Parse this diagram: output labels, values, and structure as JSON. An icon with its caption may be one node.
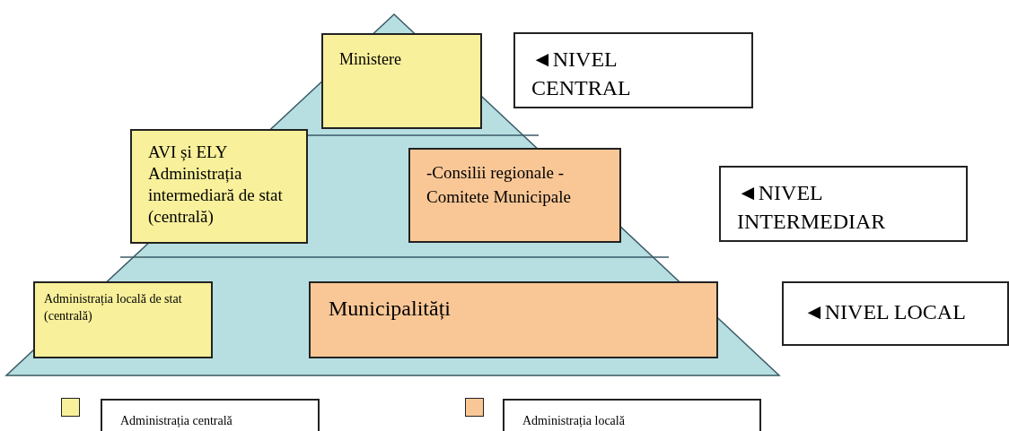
{
  "diagram": {
    "nodes": [
      {
        "text": [
          "Ministere"
        ]
      },
      {
        "text": [
          "◄NIVEL CENTRAL"
        ]
      },
      {
        "text": [
          "AVI și ELY Administrația intermediară de stat (centrală)"
        ]
      },
      {
        "text": [
          "-Consilii regionale -Comitete Municipale"
        ]
      },
      {
        "text": [
          "◄NIVEL INTERMEDIAR"
        ]
      },
      {
        "text": [
          "Administrația locală de stat (centrală)"
        ]
      },
      {
        "text": [
          "Municipalități"
        ]
      },
      {
        "text": [
          "◄NIVEL LOCAL"
        ]
      }
    ],
    "legend": [
      {
        "text": "Administrația centrală",
        "color": "#f8f09a"
      },
      {
        "text": "Administrația locală",
        "color": "#f9c796"
      }
    ]
  }
}
